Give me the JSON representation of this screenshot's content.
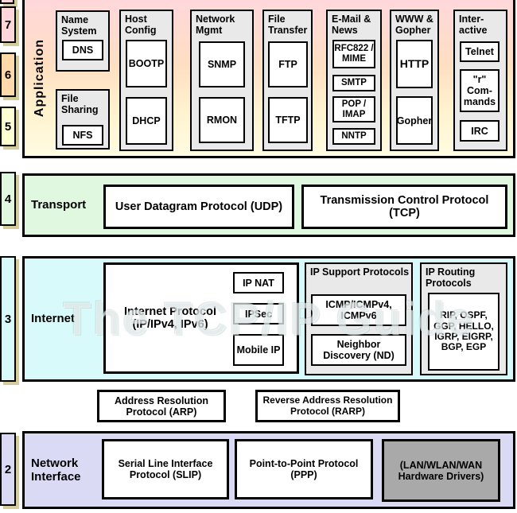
{
  "watermark": "The TCP/IP Guide",
  "layer_numbers": {
    "n7": "7",
    "n6": "6",
    "n5": "5",
    "n4": "4",
    "n3": "3",
    "n2": "2"
  },
  "application": {
    "label": "Application",
    "name_system": {
      "label": "Name System",
      "dns": "DNS"
    },
    "file_sharing": {
      "label": "File Sharing",
      "nfs": "NFS"
    },
    "host_config": {
      "label": "Host Config",
      "bootp": "BOOTP",
      "dhcp": "DHCP"
    },
    "network_mgmt": {
      "label": "Network Mgmt",
      "snmp": "SNMP",
      "rmon": "RMON"
    },
    "file_transfer": {
      "label": "File Transfer",
      "ftp": "FTP",
      "tftp": "TFTP"
    },
    "email_news": {
      "label": "E-Mail & News",
      "rfc822_mime": "RFC822 / MIME",
      "smtp": "SMTP",
      "pop_imap": "POP / IMAP",
      "nntp": "NNTP"
    },
    "www_gopher": {
      "label": "WWW & Gopher",
      "http": "HTTP",
      "gopher": "Gopher"
    },
    "interactive": {
      "label": "Inter-active",
      "telnet": "Telnet",
      "r_commands": "\"r\" Com-mands",
      "irc": "IRC"
    }
  },
  "transport": {
    "label": "Transport",
    "udp": "User Datagram Protocol (UDP)",
    "tcp": "Transmission Control Protocol (TCP)"
  },
  "internet": {
    "label": "Internet",
    "ip": "Internet Protocol (IP/IPv4, IPv6)",
    "ip_nat": "IP NAT",
    "ipsec": "IPSec",
    "mobile_ip": "Mobile IP",
    "ip_support": {
      "label": "IP Support Protocols",
      "icmp": "ICMP/ICMPv4, ICMPv6",
      "nd": "Neighbor Discovery (ND)"
    },
    "ip_routing": {
      "label": "IP Routing Protocols",
      "protocols": "RIP, OSPF, GGP, HELLO, IGRP, EIGRP, BGP, EGP"
    }
  },
  "address_resolution": {
    "arp": "Address Resolution Protocol (ARP)",
    "rarp": "Reverse Address Resolution Protocol (RARP)"
  },
  "network_interface": {
    "label": "Network Interface",
    "slip": "Serial Line Interface Protocol (SLIP)",
    "ppp": "Point-to-Point Protocol (PPP)",
    "hardware": "(LAN/WLAN/WAN Hardware Drivers)"
  },
  "colors": {
    "layer7_pink": "#ffd7db",
    "layer6_peach": "#ffd9a9",
    "layer5_yellow": "#ffffd4",
    "transport_green": "#e0f7e0",
    "internet_cyan": "#d9fafa",
    "network_interface_lavender": "#dadaf5",
    "group_gray": "#e9e9e9",
    "hardware_gray": "#a9a9a9",
    "shadow_khaki": "#d4cc9c",
    "border_black": "#000000"
  }
}
